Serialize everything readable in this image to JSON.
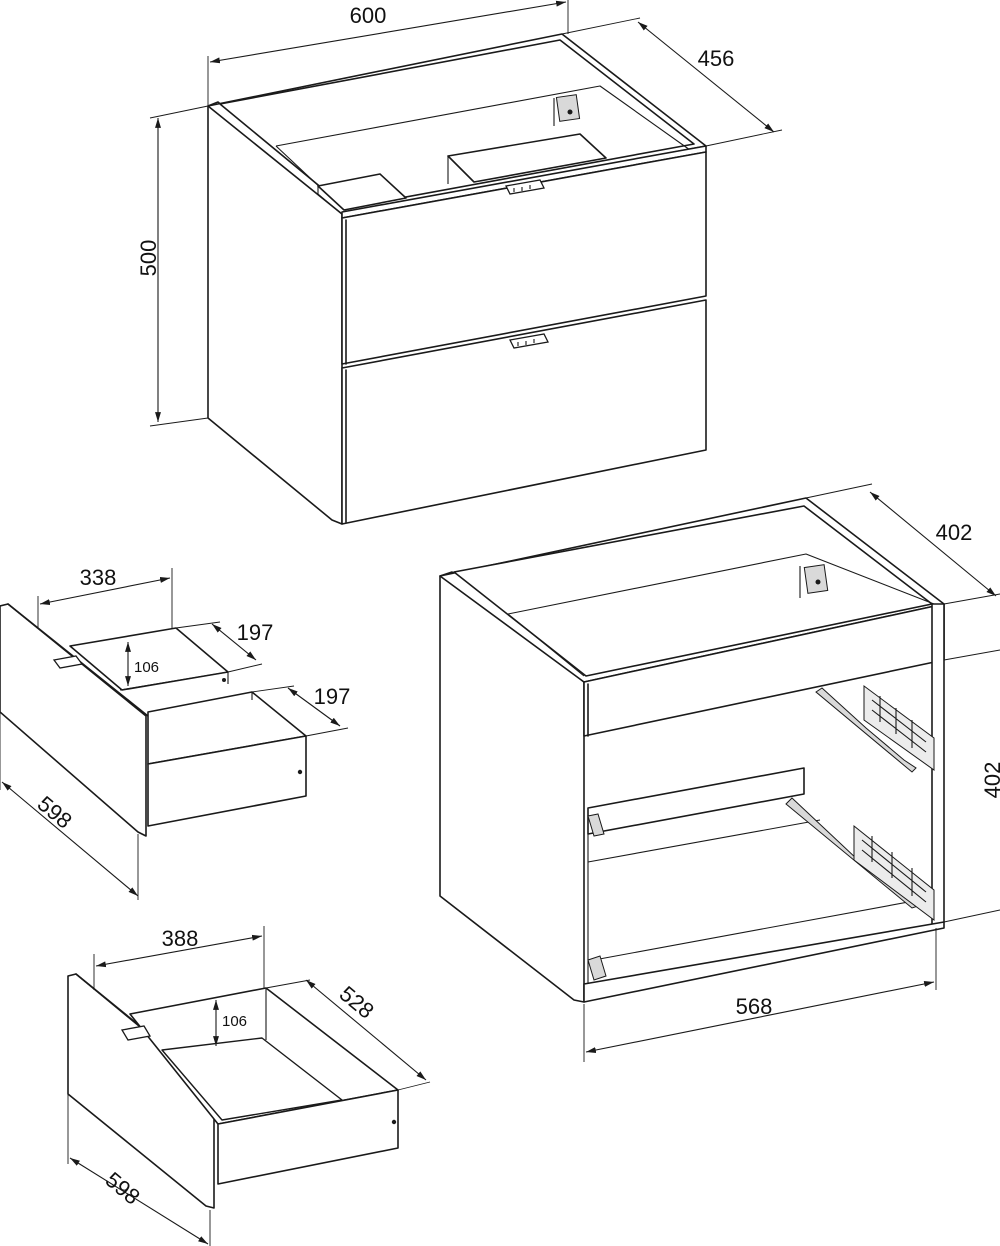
{
  "dimensions": {
    "cabinet_width": "600",
    "cabinet_depth": "456",
    "cabinet_height": "500",
    "top_drawer_width": "338",
    "top_drawer_depth_left": "197",
    "top_drawer_depth_right": "197",
    "top_drawer_inner_height": "106",
    "top_drawer_front_width": "598",
    "bottom_drawer_width": "388",
    "bottom_drawer_depth": "528",
    "bottom_drawer_inner_height": "106",
    "bottom_drawer_front_width": "598",
    "carcass_depth": "402",
    "carcass_inner_width": "568",
    "carcass_height_partial": "402"
  }
}
